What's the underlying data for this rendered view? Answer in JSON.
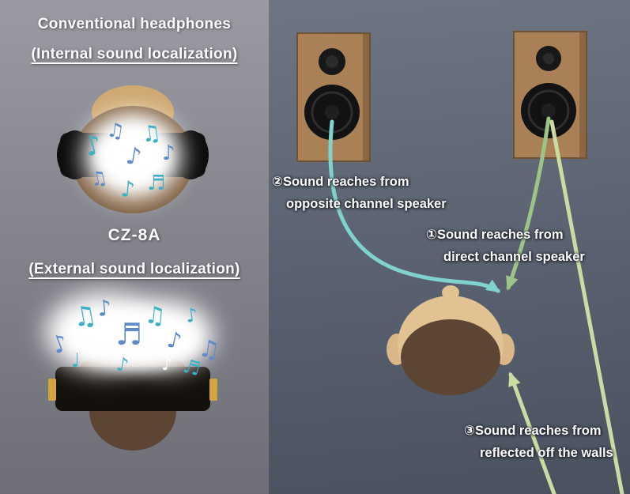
{
  "left_panel": {
    "title_line1": "Conventional headphones",
    "title_line2": "(Internal sound localization)",
    "model_name": "CZ-8A",
    "external_title": "(External sound localization)",
    "notes_internal": [
      "♪",
      "♫",
      "♪",
      "♫",
      "♪",
      "♫",
      "♪",
      "♬"
    ],
    "notes_external": [
      "♪",
      "♫",
      "♩",
      "♪",
      "♬",
      "♪",
      "♫",
      "♪",
      "♪",
      "♫",
      "♪",
      "♬"
    ]
  },
  "right_panel": {
    "label_opposite_line1": "②Sound reaches from",
    "label_opposite_line2": "opposite channel speaker",
    "label_direct_line1": "①Sound reaches from",
    "label_direct_line2": "direct channel speaker",
    "label_reflected_line1": "③Sound reaches from",
    "label_reflected_line2": "reflected off the walls",
    "arrows": [
      {
        "id": "opposite-channel",
        "number": "②",
        "color": "#7fd2cd"
      },
      {
        "id": "direct-channel",
        "number": "①",
        "color": "#9cc488"
      },
      {
        "id": "wall-reflection",
        "number": "③",
        "color": "#ccdba2"
      }
    ]
  },
  "colors": {
    "arrow_opposite_channel": "#7fd2cd",
    "arrow_direct_channel": "#9cc488",
    "arrow_reflected": "#ccdba2",
    "speaker_cabinet": "#aa8157",
    "note_teal": "#3fb0c4",
    "note_blue": "#5f8cc7",
    "note_white": "#ffffff",
    "headphone_black": "#17130f",
    "hair_brown": "#5d4533",
    "skin_tan": "#e2c293"
  }
}
